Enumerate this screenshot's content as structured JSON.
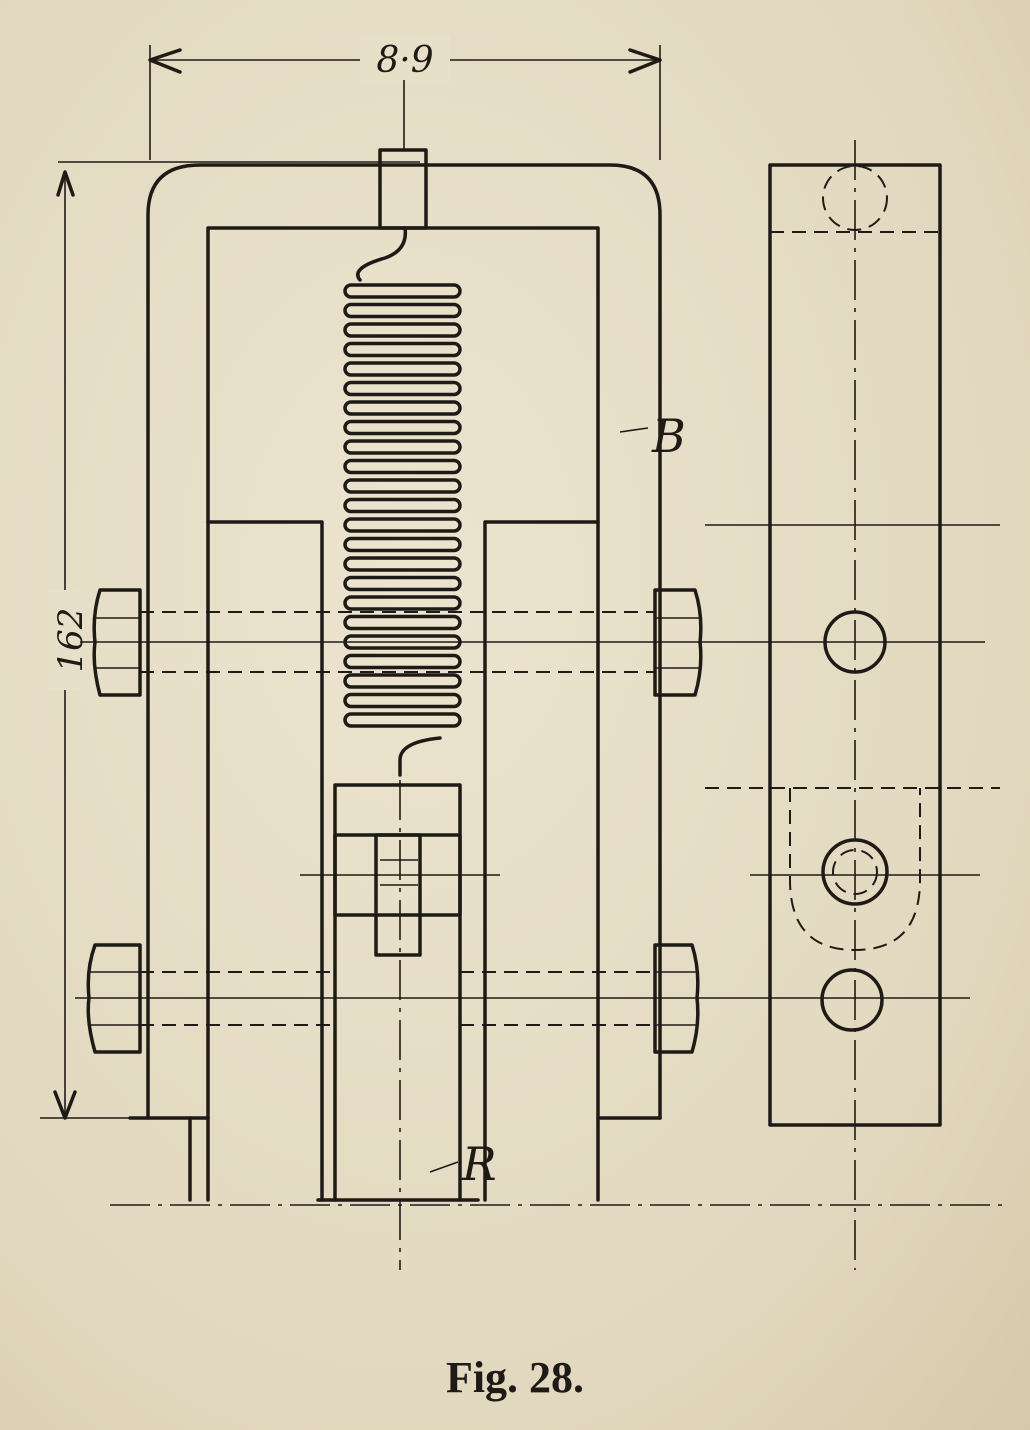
{
  "figure": {
    "caption": "Fig. 28.",
    "dimension_width": "8·9",
    "dimension_height": "162",
    "label_frame": "B",
    "label_block": "R"
  },
  "colors": {
    "paper": "#e5dcc5",
    "ink": "#1e1b17"
  }
}
